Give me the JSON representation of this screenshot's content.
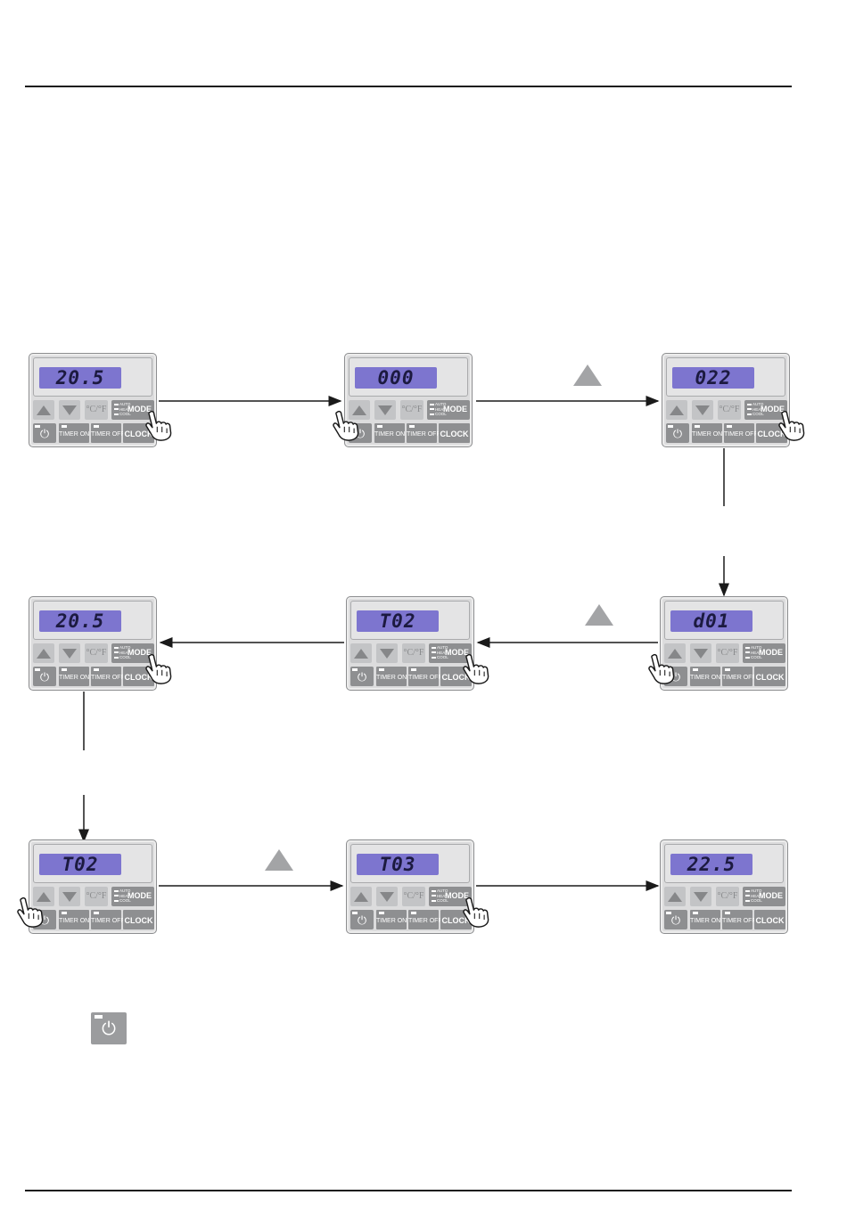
{
  "panel_labels": {
    "unit": "°C/°F",
    "mode": "MODE",
    "mode_options": [
      "AUTO",
      "HEAT",
      "COOL"
    ],
    "timer_on": "TIMER ON",
    "timer_off": "TIMER OFF",
    "clock": "CLOCK",
    "power_icon": "power-icon"
  },
  "steps": [
    {
      "display": "20.5",
      "press": "MODE"
    },
    {
      "display": "000",
      "press": "up-arrow"
    },
    {
      "display": "022",
      "press": "MODE"
    },
    {
      "display": "d01",
      "press": "up-arrow"
    },
    {
      "display": "T02",
      "press": "MODE"
    },
    {
      "display": "20.5",
      "press": "MODE"
    },
    {
      "display": "T02",
      "press": "up-arrow"
    },
    {
      "display": "T03",
      "press": "MODE"
    },
    {
      "display": "22.5",
      "press": ""
    }
  ],
  "colors": {
    "lcd": "#7d75cf",
    "panel": "#dcdcdd",
    "button_dark": "#8e8f91",
    "arrow_marker": "#a3a4a6"
  },
  "legend": {
    "icon": "power-icon"
  }
}
